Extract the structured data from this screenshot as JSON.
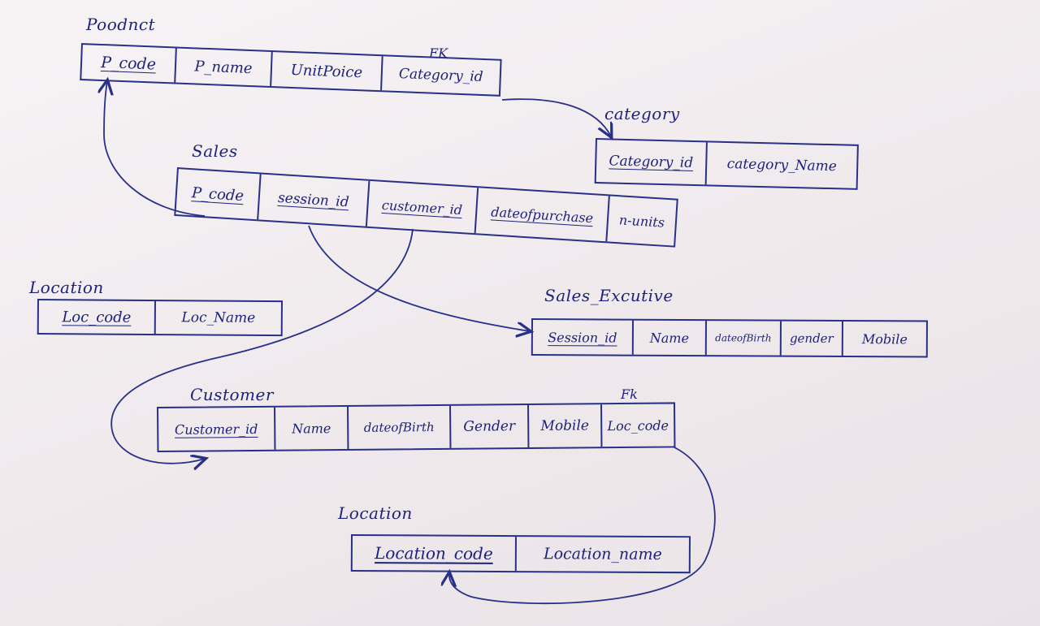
{
  "entities": {
    "product": {
      "title": "Poodnct",
      "fk_label": "FK",
      "attrs": [
        "P_code",
        "P_name",
        "UnitPoice",
        "Category_id"
      ]
    },
    "category": {
      "title": "category",
      "attrs": [
        "Category_id",
        "category_Name"
      ]
    },
    "sales": {
      "title": "Sales",
      "attrs": [
        "P_code",
        "session_id",
        "customer_id",
        "dateofpurchase",
        "n-units"
      ]
    },
    "location_small": {
      "title": "Location",
      "attrs": [
        "Loc_code",
        "Loc_Name"
      ]
    },
    "sales_executive": {
      "title": "Sales_Excutive",
      "attrs": [
        "Session_id",
        "Name",
        "dateofBirth",
        "gender",
        "Mobile"
      ]
    },
    "customer": {
      "title": "Customer",
      "fk_label": "Fk",
      "attrs": [
        "Customer_id",
        "Name",
        "dateofBirth",
        "Gender",
        "Mobile",
        "Loc_code"
      ]
    },
    "location": {
      "title": "Location",
      "attrs": [
        "Location_code",
        "Location_name"
      ]
    }
  },
  "colors": {
    "ink": "#1d237a",
    "line": "#283088",
    "paper": "#f4eff1"
  }
}
